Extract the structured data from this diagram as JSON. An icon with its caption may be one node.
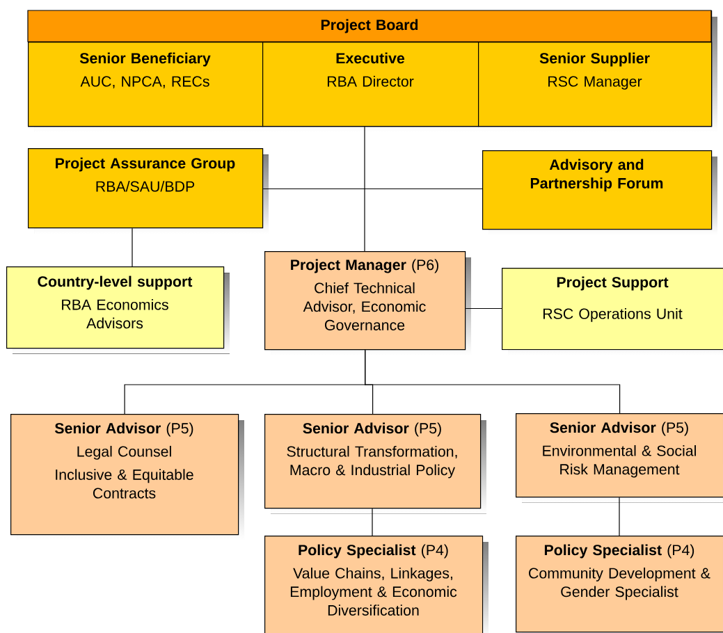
{
  "diagram": {
    "nodes": [
      {
        "text": [
          "Project Board"
        ]
      },
      {
        "text": [
          "Senior Beneficiary",
          "AUC, NPCA, RECs"
        ],
        "in": 0
      },
      {
        "text": [
          "Executive",
          "RBA Director"
        ],
        "in": 0
      },
      {
        "text": [
          "Senior Supplier",
          "RSC Manager"
        ],
        "in": 0
      },
      {
        "text": [
          "Project Assurance Group",
          "RBA/SAU/BDP"
        ]
      },
      {
        "text": [
          "Advisory and Partnership Forum"
        ]
      },
      {
        "text": [
          "Country-level support",
          "RBA Economics Advisors"
        ]
      },
      {
        "text": [
          "**Project Manager** (P6)",
          "Chief Technical Advisor, Economic Governance"
        ]
      },
      {
        "text": [
          "Project Support",
          "RSC Operations Unit"
        ]
      },
      {
        "text": [
          "**Senior Advisor** (P5)",
          "Legal Counsel",
          "Inclusive & Equitable Contracts"
        ]
      },
      {
        "text": [
          "**Senior Advisor** (P5)",
          "Structural Transformation, Macro & Industrial Policy"
        ]
      },
      {
        "text": [
          "**Senior Advisor** (P5)",
          "Environmental & Social Risk Management"
        ]
      },
      {
        "text": [
          "**Policy Specialist** (P4)",
          "Value Chains, Linkages, Employment & Economic Diversification"
        ]
      },
      {
        "text": [
          "**Policy Specialist** (P4)",
          "Community Development & Gender Specialist"
        ]
      }
    ],
    "edges": [
      {
        "from": 2,
        "to": 7,
        "arrow": "none"
      },
      {
        "from": 4,
        "to": 5,
        "arrow": "none"
      },
      {
        "from": 4,
        "to": 6,
        "arrow": "none"
      },
      {
        "from": 7,
        "to": 8,
        "arrow": "none"
      },
      {
        "from": 7,
        "to": 9,
        "arrow": "none"
      },
      {
        "from": 7,
        "to": 10,
        "arrow": "none"
      },
      {
        "from": 7,
        "to": 11,
        "arrow": "none"
      },
      {
        "from": 10,
        "to": 12,
        "arrow": "none"
      },
      {
        "from": 11,
        "to": 13,
        "arrow": "none"
      }
    ]
  }
}
